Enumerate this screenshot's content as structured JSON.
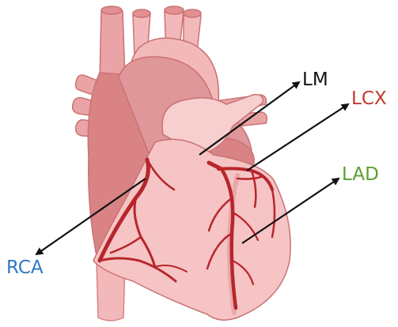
{
  "labels": {
    "lm": {
      "text": "LM",
      "color": "#111111"
    },
    "lcx": {
      "text": "LCX",
      "color": "#c0392b"
    },
    "lad": {
      "text": "LAD",
      "color": "#5aa02c"
    },
    "rca": {
      "text": "RCA",
      "color": "#2e78c2"
    }
  },
  "colors": {
    "heart_light": "#f5c6c6",
    "heart_mid": "#eaa4a6",
    "heart_dark": "#d98385",
    "vessel_outline": "#c97274",
    "artery": "#b7262c",
    "arrow": "#111111"
  }
}
